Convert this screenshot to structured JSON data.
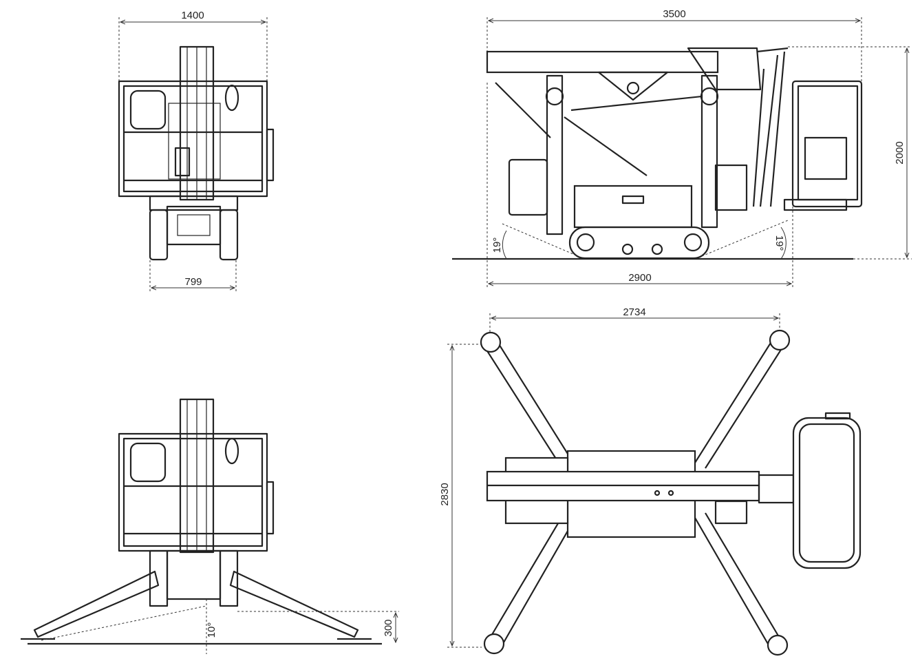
{
  "drawing": {
    "front_view": {
      "width_label": "1400",
      "track_width_label": "799"
    },
    "side_view": {
      "length_label": "3500",
      "height_label": "2000",
      "wheelbase_label": "2900",
      "angle_front_label": "19°",
      "angle_rear_label": "19°"
    },
    "front_view_outriggers": {
      "angle_label": "10°",
      "ground_clearance_label": "300"
    },
    "top_view": {
      "outrigger_width_label": "2734",
      "outrigger_length_label": "2830"
    },
    "colors": {
      "line": "#222222",
      "background": "#ffffff"
    }
  }
}
